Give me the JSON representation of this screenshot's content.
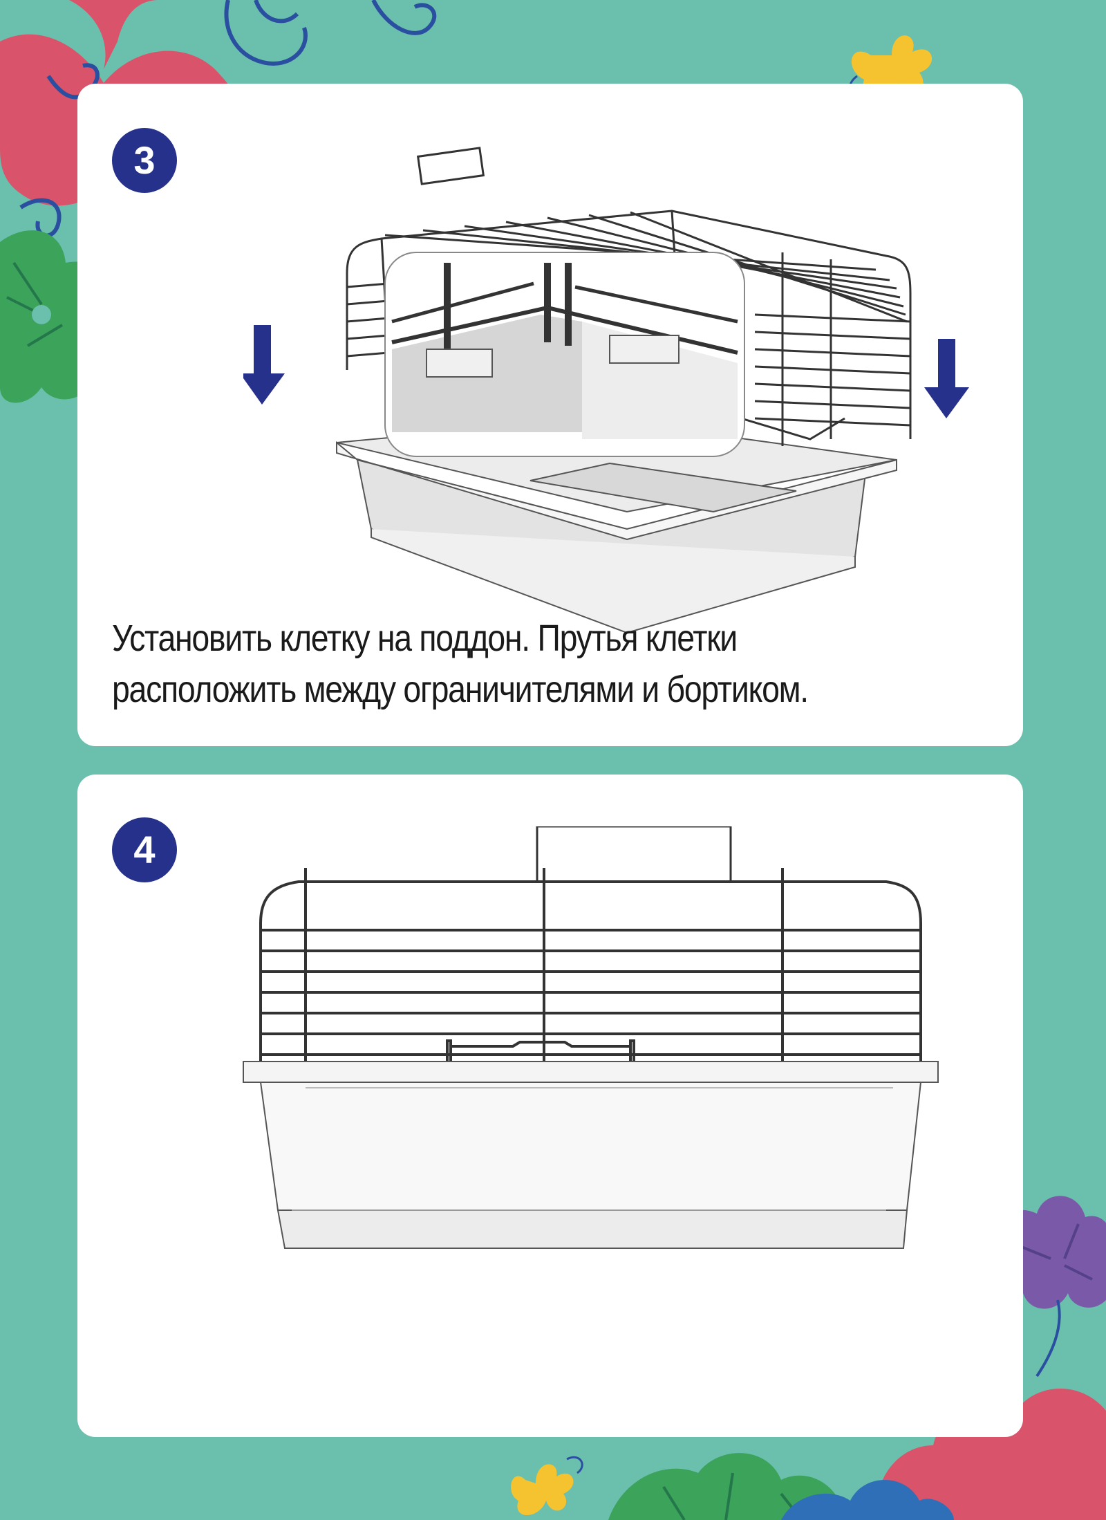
{
  "page": {
    "background_color": "#6bbfad",
    "card_color": "#ffffff",
    "badge_color": "#25318a",
    "arrow_color": "#25318a"
  },
  "step3": {
    "number": "3",
    "instruction_lines": [
      "Установить клетку на поддон. Прутья клетки",
      "расположить между ограничителями и бортиком."
    ],
    "illustration": "cage-on-tray-with-detail-inset"
  },
  "step4": {
    "number": "4",
    "illustration": "assembled-cage-front-view"
  },
  "decorations": {
    "flower_colors": [
      "#d9536a",
      "#3ba35a",
      "#7a5aa8",
      "#2f6fb7"
    ],
    "butterfly_color": "#f5c330",
    "line_color": "#2a4fa0"
  }
}
